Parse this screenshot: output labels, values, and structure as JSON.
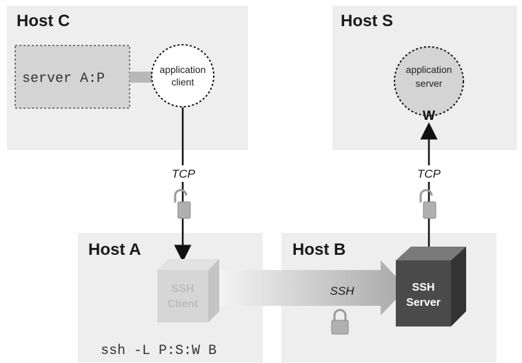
{
  "hosts": {
    "c": "Host C",
    "s": "Host S",
    "a": "Host A",
    "b": "Host B"
  },
  "server_box": "server A:P",
  "app_client": {
    "line1": "application",
    "line2": "client"
  },
  "app_server": {
    "line1": "application",
    "line2": "server"
  },
  "ports": {
    "w": "W",
    "p": "P"
  },
  "links": {
    "tcp_left": "TCP",
    "tcp_right": "TCP",
    "ssh": "SSH"
  },
  "ssh_client": {
    "line1": "SSH",
    "line2": "Client"
  },
  "ssh_server": {
    "line1": "SSH",
    "line2": "Server"
  },
  "command": "ssh -L P:S:W B",
  "icons": {
    "unlocked": "unlocked-padlock-icon",
    "locked": "locked-padlock-icon"
  },
  "colors": {
    "panel": "#eeeeee",
    "box_light": "#d4d4d4",
    "box_dark": "#4a4a4a",
    "line": "#111111"
  }
}
